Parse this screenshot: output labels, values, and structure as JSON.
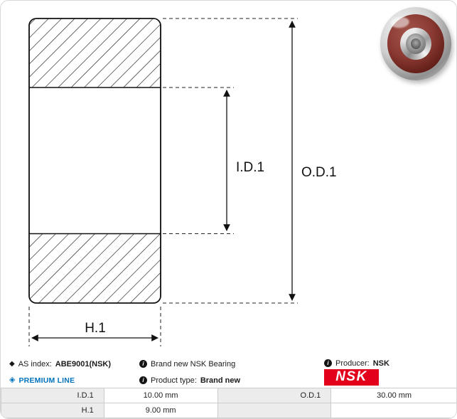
{
  "diagram": {
    "inner_diameter_label": "I.D.1",
    "outer_diameter_label": "O.D.1",
    "height_label": "H.1"
  },
  "info_bar": {
    "as_index": {
      "label": "AS index:",
      "value": "ABE9001(NSK)"
    },
    "premium_line": "PREMIUM LINE",
    "brand_new_text": "Brand new NSK Bearing",
    "product_type": {
      "label": "Product type:",
      "value": "Brand new"
    },
    "producer": {
      "label": "Producer:",
      "value": "NSK"
    },
    "logo_text": "NSK"
  },
  "icons": {
    "as_index_glyph": "◆",
    "premium_gem_glyph": "◈",
    "info_glyph": "i"
  },
  "colors": {
    "nsk_red": "#e2001a",
    "premium_blue": "#0073bd"
  },
  "spec_table": {
    "rows": [
      {
        "c0": "I.D.1",
        "c1": "10.00 mm",
        "c2": "O.D.1",
        "c3": "30.00 mm"
      },
      {
        "c0": "H.1",
        "c1": "9.00 mm",
        "c2": "",
        "c3": ""
      }
    ]
  }
}
